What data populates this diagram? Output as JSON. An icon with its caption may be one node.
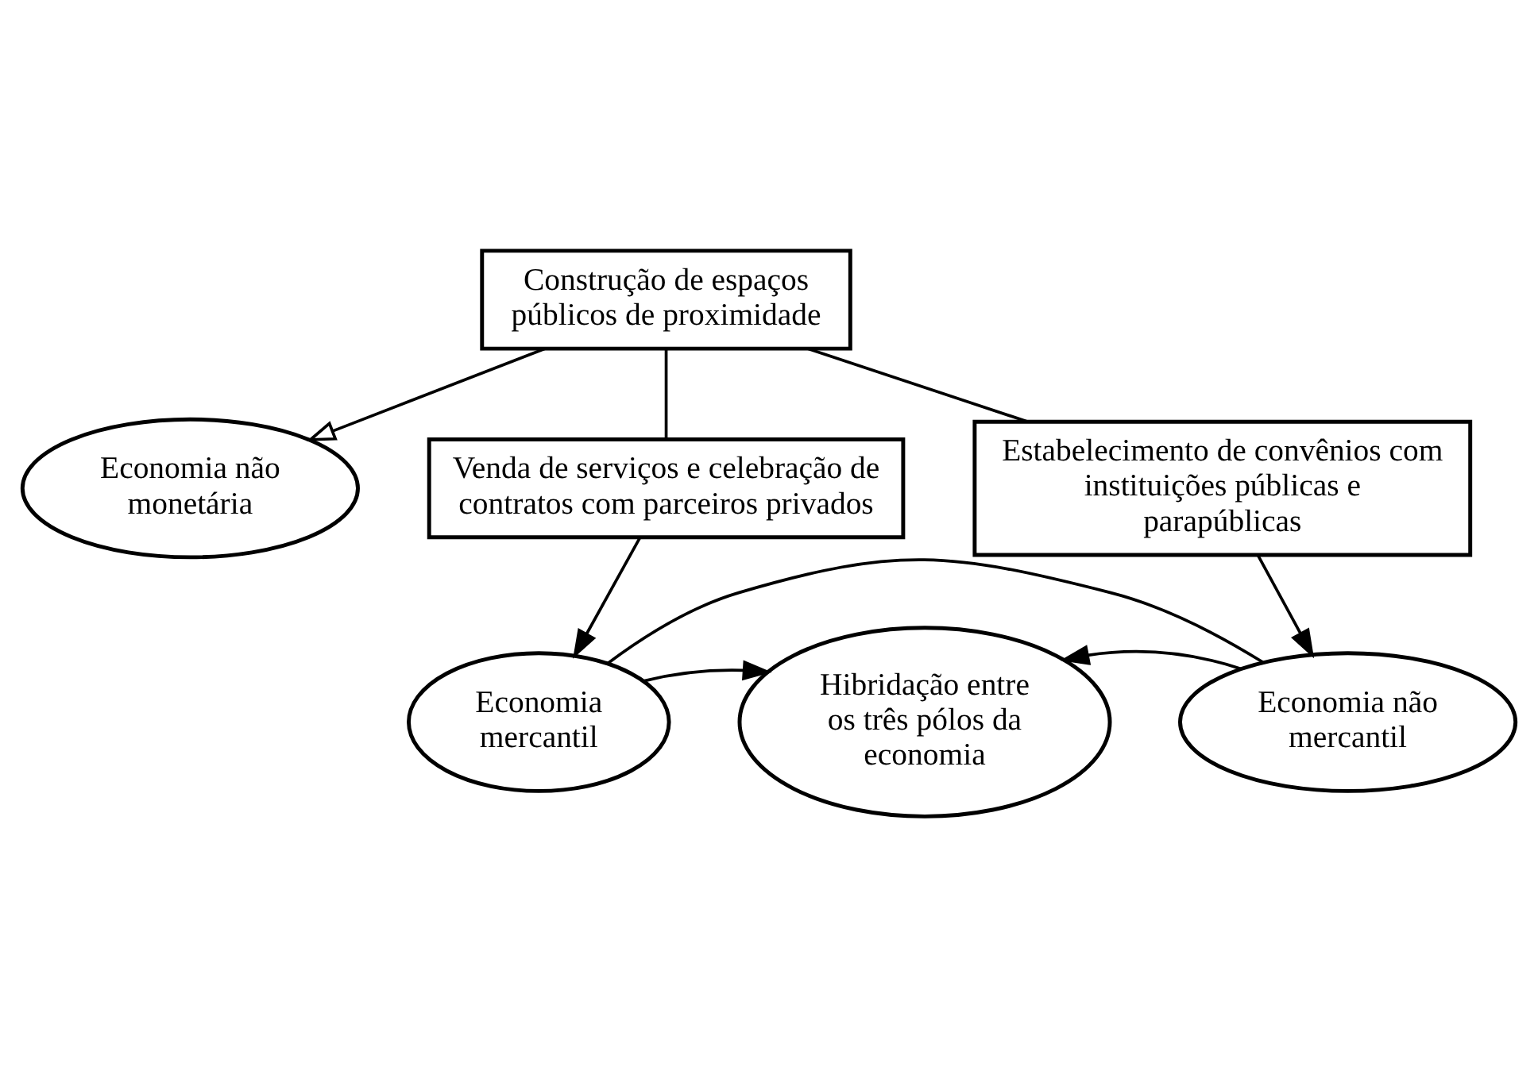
{
  "diagram": {
    "nodes": [
      {
        "text": [
          "Economia não monetária"
        ]
      },
      {
        "text": [
          "Construção de espaços públicos de proximidade"
        ]
      },
      {
        "text": [
          "Venda de serviços e celebração de contratos com parceiros privados"
        ]
      },
      {
        "text": [
          "Estabelecimento de convênios com instituições públicas e parapúblicas"
        ]
      },
      {
        "text": [
          "Hibridação entre os três pólos da economia"
        ]
      },
      {
        "text": [
          "Economia mercantil"
        ]
      },
      {
        "text": [
          "Economia não mercantil"
        ]
      }
    ],
    "edges": [
      {
        "from": 1,
        "to": 0,
        "arrow": "to"
      },
      {
        "from": 1,
        "to": 2,
        "arrow": "none"
      },
      {
        "from": 1,
        "to": 3,
        "arrow": "none"
      },
      {
        "from": 2,
        "to": 5,
        "arrow": "to"
      },
      {
        "from": 3,
        "to": 6,
        "arrow": "to"
      },
      {
        "from": 5,
        "to": 4,
        "arrow": "to"
      },
      {
        "from": 6,
        "to": 4,
        "arrow": "to"
      },
      {
        "from": 5,
        "to": 6,
        "arrow": "none"
      }
    ]
  }
}
